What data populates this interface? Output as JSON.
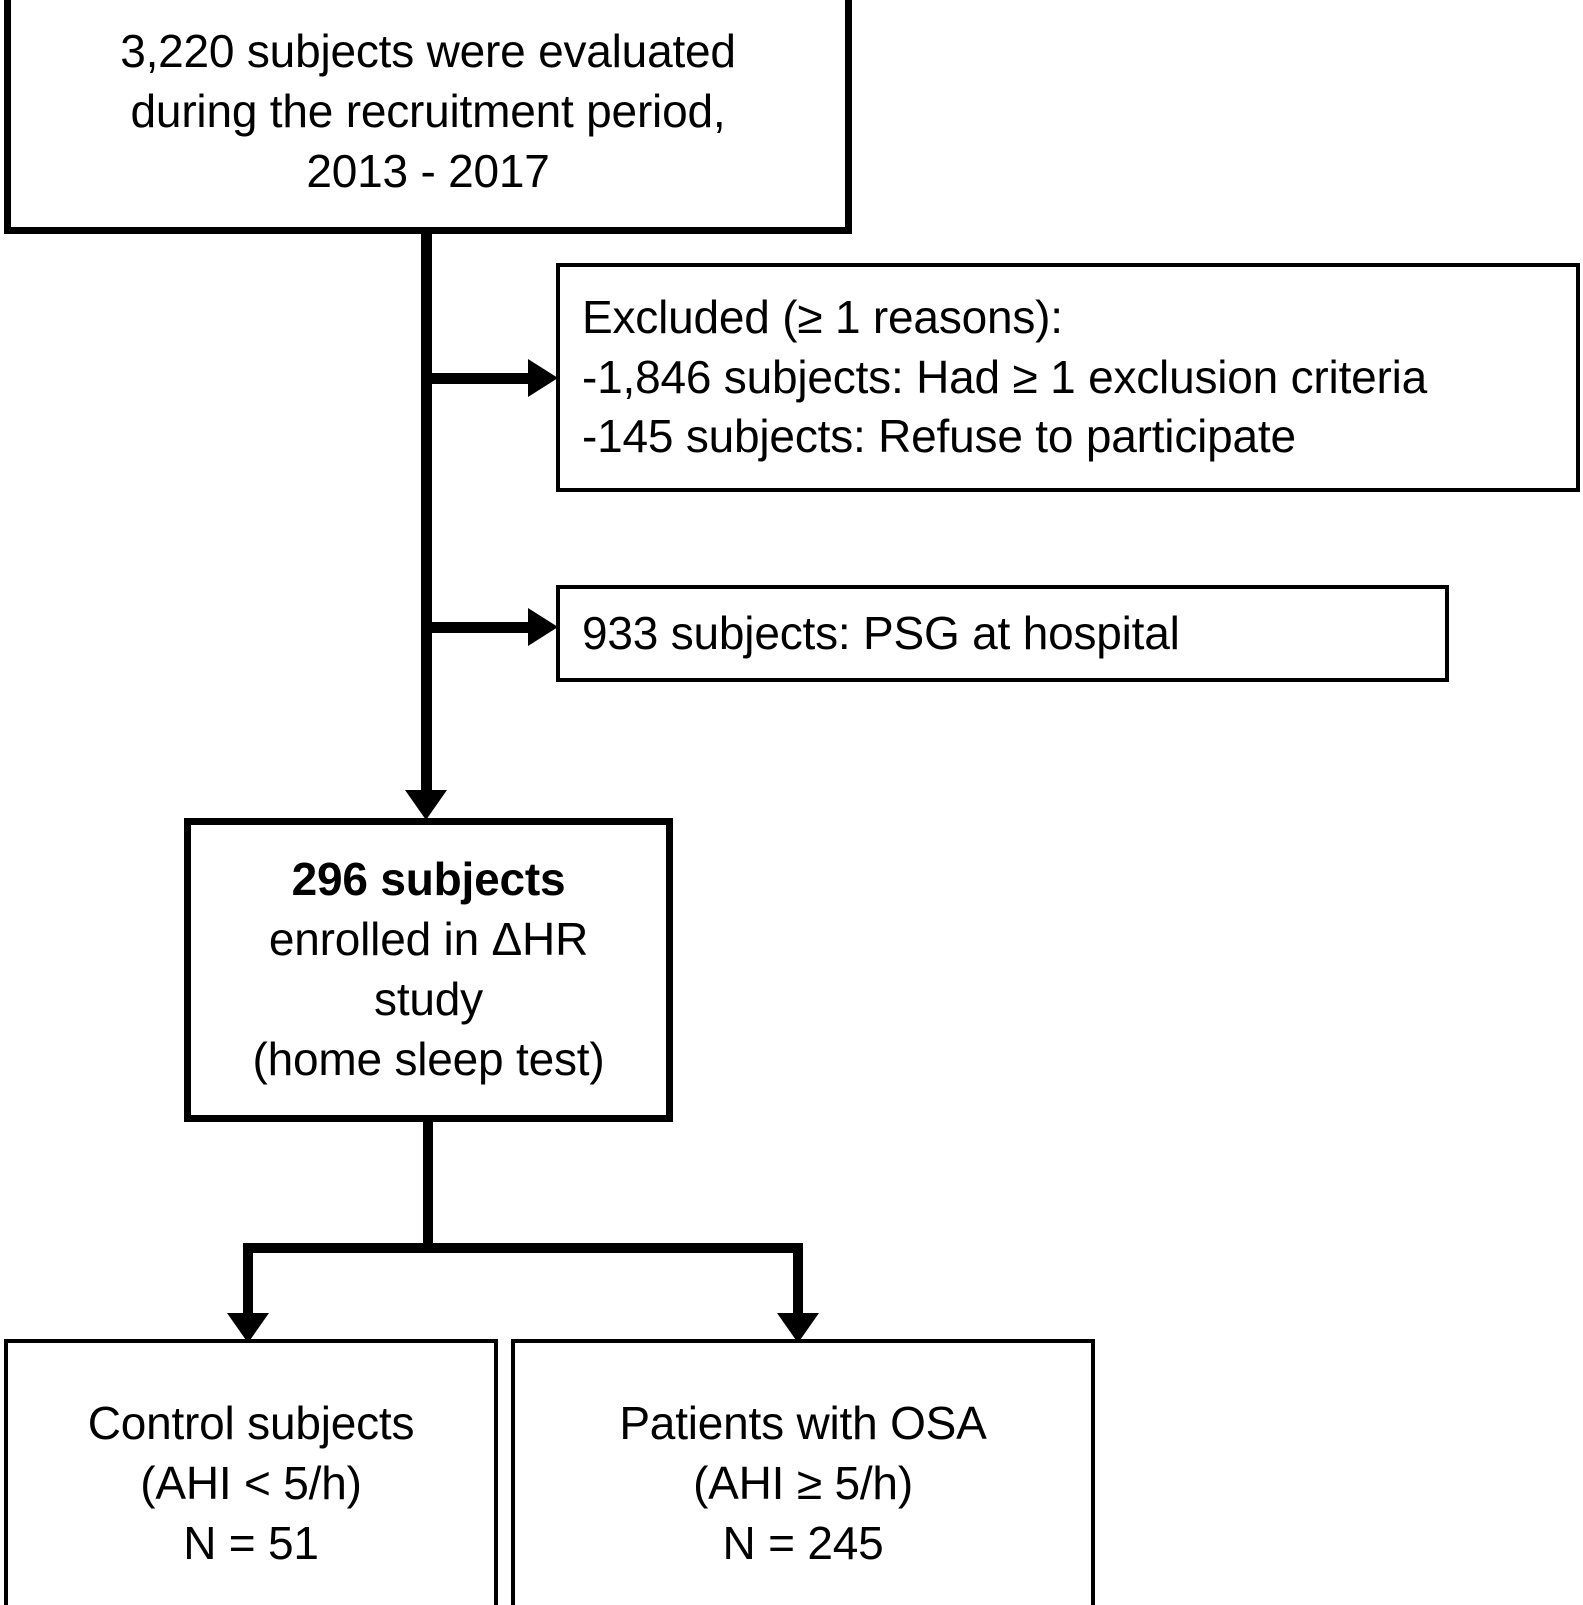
{
  "figure": {
    "type": "flowchart",
    "title": "Study participant flow diagram"
  },
  "nodes": {
    "evaluated": {
      "name": "evaluated-box",
      "lines": [
        "3,220 subjects were evaluated",
        "during the recruitment period,",
        "2013 - 2017"
      ]
    },
    "excluded": {
      "name": "excluded-box",
      "heading_bold": "Excluded",
      "heading_rest": " (≥ 1 reasons):",
      "lines": [
        "-1,846 subjects: Had ≥ 1 exclusion criteria",
        "-145 subjects: Refuse to participate"
      ]
    },
    "psg": {
      "name": "psg-box",
      "line": "933 subjects: PSG at hospital"
    },
    "enrolled": {
      "name": "enrolled-box",
      "line_bold": "296 subjects",
      "lines": [
        "enrolled in ΔHR",
        "study",
        "(home sleep test)"
      ]
    },
    "control": {
      "name": "control-box",
      "lines": [
        "Control subjects",
        "(AHI < 5/h)",
        "N = 51"
      ]
    },
    "osa": {
      "name": "osa-box",
      "lines": [
        "Patients with OSA",
        "(AHI ≥ 5/h)",
        "N = 245"
      ]
    }
  },
  "colors": {
    "stroke": "#000000",
    "fill": "#ffffff",
    "text": "#000000"
  }
}
